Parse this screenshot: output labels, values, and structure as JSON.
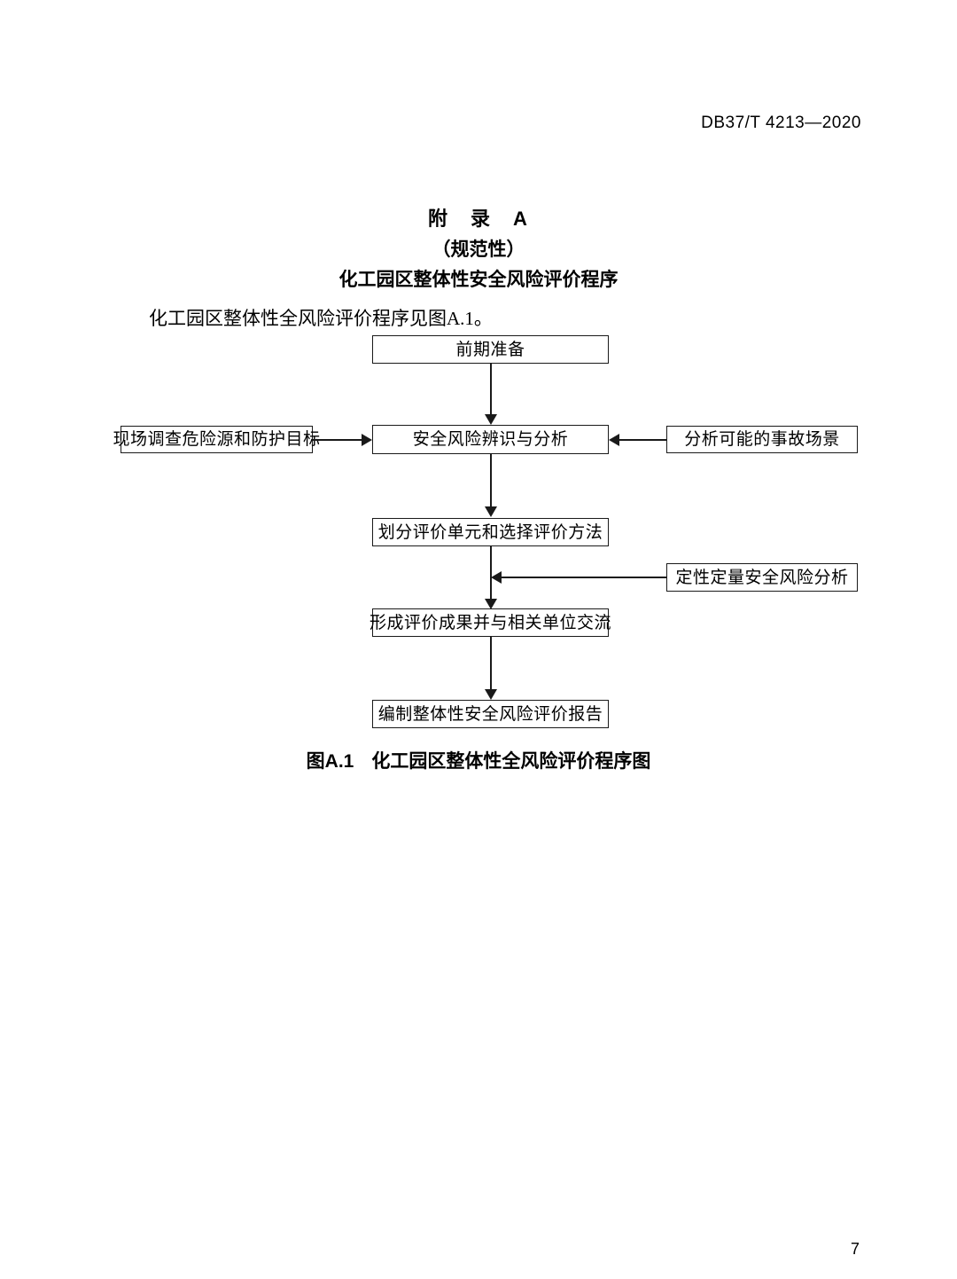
{
  "document": {
    "header_code": "DB37/T 4213—2020",
    "page_number": "7"
  },
  "annex": {
    "label": "附　录　A",
    "normative": "（规范性）",
    "name": "化工园区整体性安全风险评价程序"
  },
  "intro": {
    "text": "化工园区整体性全风险评价程序见图A.1。"
  },
  "figure": {
    "caption_number": "图A.1",
    "caption_title": "化工园区整体性全风险评价程序图"
  },
  "chart_data": {
    "type": "diagram",
    "title": "化工园区整体性全风险评价程序图",
    "nodes": [
      {
        "id": "n1",
        "label": "前期准备"
      },
      {
        "id": "n2",
        "label": "安全风险辨识与分析"
      },
      {
        "id": "n3",
        "label": "现场调查危险源和防护目标"
      },
      {
        "id": "n4",
        "label": "分析可能的事故场景"
      },
      {
        "id": "n5",
        "label": "划分评价单元和选择评价方法"
      },
      {
        "id": "n6",
        "label": "定性定量安全风险分析"
      },
      {
        "id": "n7",
        "label": "形成评价成果并与相关单位交流"
      },
      {
        "id": "n8",
        "label": "编制整体性安全风险评价报告"
      }
    ],
    "edges": [
      {
        "from": "n1",
        "to": "n2",
        "direction": "down"
      },
      {
        "from": "n3",
        "to": "n2",
        "direction": "right"
      },
      {
        "from": "n4",
        "to": "n2",
        "direction": "left"
      },
      {
        "from": "n2",
        "to": "n5",
        "direction": "down"
      },
      {
        "from": "n6",
        "to": "n7",
        "direction": "left"
      },
      {
        "from": "n5",
        "to": "n7",
        "direction": "down"
      },
      {
        "from": "n7",
        "to": "n8",
        "direction": "down"
      }
    ]
  }
}
